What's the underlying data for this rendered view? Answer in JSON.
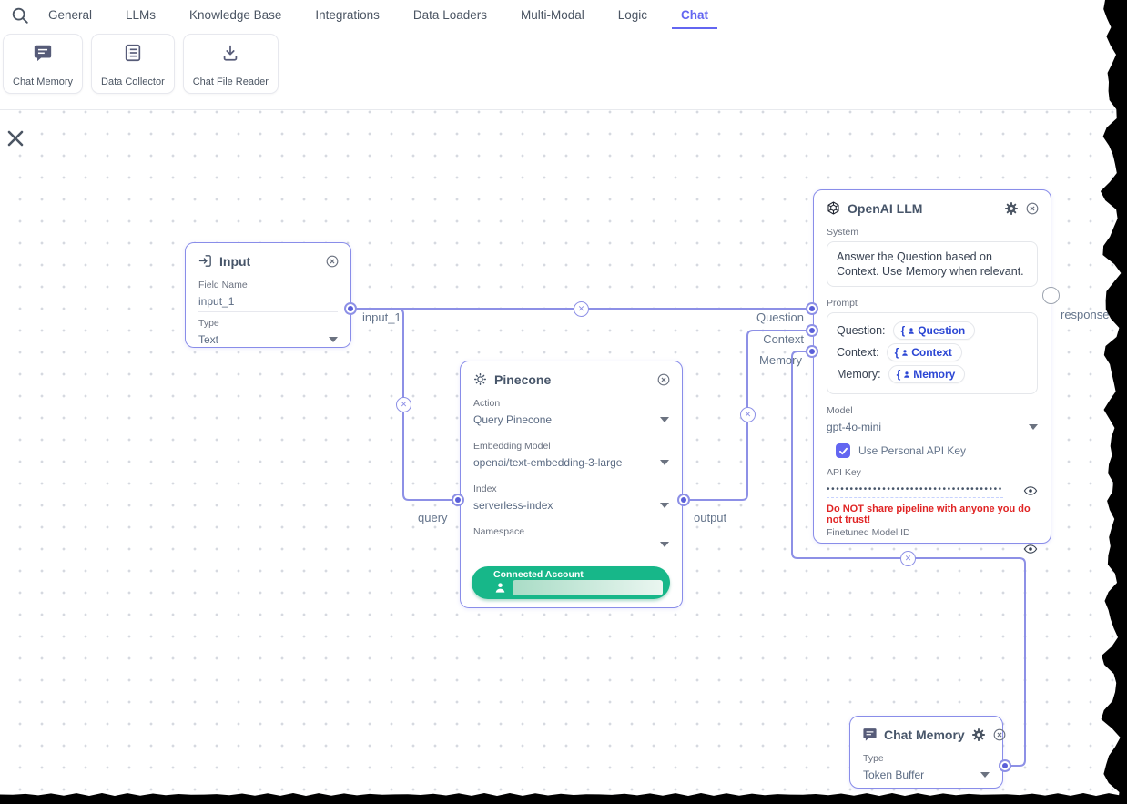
{
  "nav": {
    "tabs": [
      {
        "label": "General",
        "active": false
      },
      {
        "label": "LLMs",
        "active": false
      },
      {
        "label": "Knowledge Base",
        "active": false
      },
      {
        "label": "Integrations",
        "active": false
      },
      {
        "label": "Data Loaders",
        "active": false
      },
      {
        "label": "Multi-Modal",
        "active": false
      },
      {
        "label": "Logic",
        "active": false
      },
      {
        "label": "Chat",
        "active": true
      }
    ]
  },
  "toolbar": {
    "items": [
      {
        "label": "Chat Memory",
        "icon": "chat-bubble-icon"
      },
      {
        "label": "Data Collector",
        "icon": "table-list-icon"
      },
      {
        "label": "Chat File Reader",
        "icon": "download-icon"
      }
    ]
  },
  "nodes": {
    "input": {
      "title": "Input",
      "field_name_label": "Field Name",
      "field_name_value": "input_1",
      "type_label": "Type",
      "type_value": "Text"
    },
    "pinecone": {
      "title": "Pinecone",
      "action_label": "Action",
      "action_value": "Query Pinecone",
      "embedding_label": "Embedding Model",
      "embedding_value": "openai/text-embedding-3-large",
      "index_label": "Index",
      "index_value": "serverless-index",
      "namespace_label": "Namespace",
      "namespace_value": "",
      "connected_account_label": "Connected Account"
    },
    "openai_llm": {
      "title": "OpenAI LLM",
      "system_label": "System",
      "system_value": "Answer the Question based on Context. Use Memory when relevant.",
      "prompt_label": "Prompt",
      "prompt_rows": [
        {
          "label": "Question:",
          "chip": "Question"
        },
        {
          "label": "Context:",
          "chip": "Context"
        },
        {
          "label": "Memory:",
          "chip": "Memory"
        }
      ],
      "model_label": "Model",
      "model_value": "gpt-4o-mini",
      "api_key_checkbox_label": "Use Personal API Key",
      "api_key_checked": true,
      "api_key_label": "API Key",
      "api_key_masked": "••••••••••••••••••••••••••••••••••••••",
      "warning_text": "Do NOT share pipeline with anyone you do not trust!",
      "finetuned_label": "Finetuned Model ID"
    },
    "chat_memory": {
      "title": "Chat Memory",
      "type_label": "Type",
      "type_value": "Token Buffer"
    }
  },
  "handle_labels": {
    "input_output": "input_1",
    "pinecone_input": "query",
    "pinecone_output": "output",
    "llm_question": "Question",
    "llm_context": "Context",
    "llm_memory": "Memory",
    "llm_output": "response"
  },
  "colors": {
    "accent": "#6366f1",
    "node_border": "#898de9",
    "edge": "#8d90e6",
    "chip_blue": "#2b46d4",
    "warning_red": "#e02424",
    "connected_green": "#17b789"
  }
}
